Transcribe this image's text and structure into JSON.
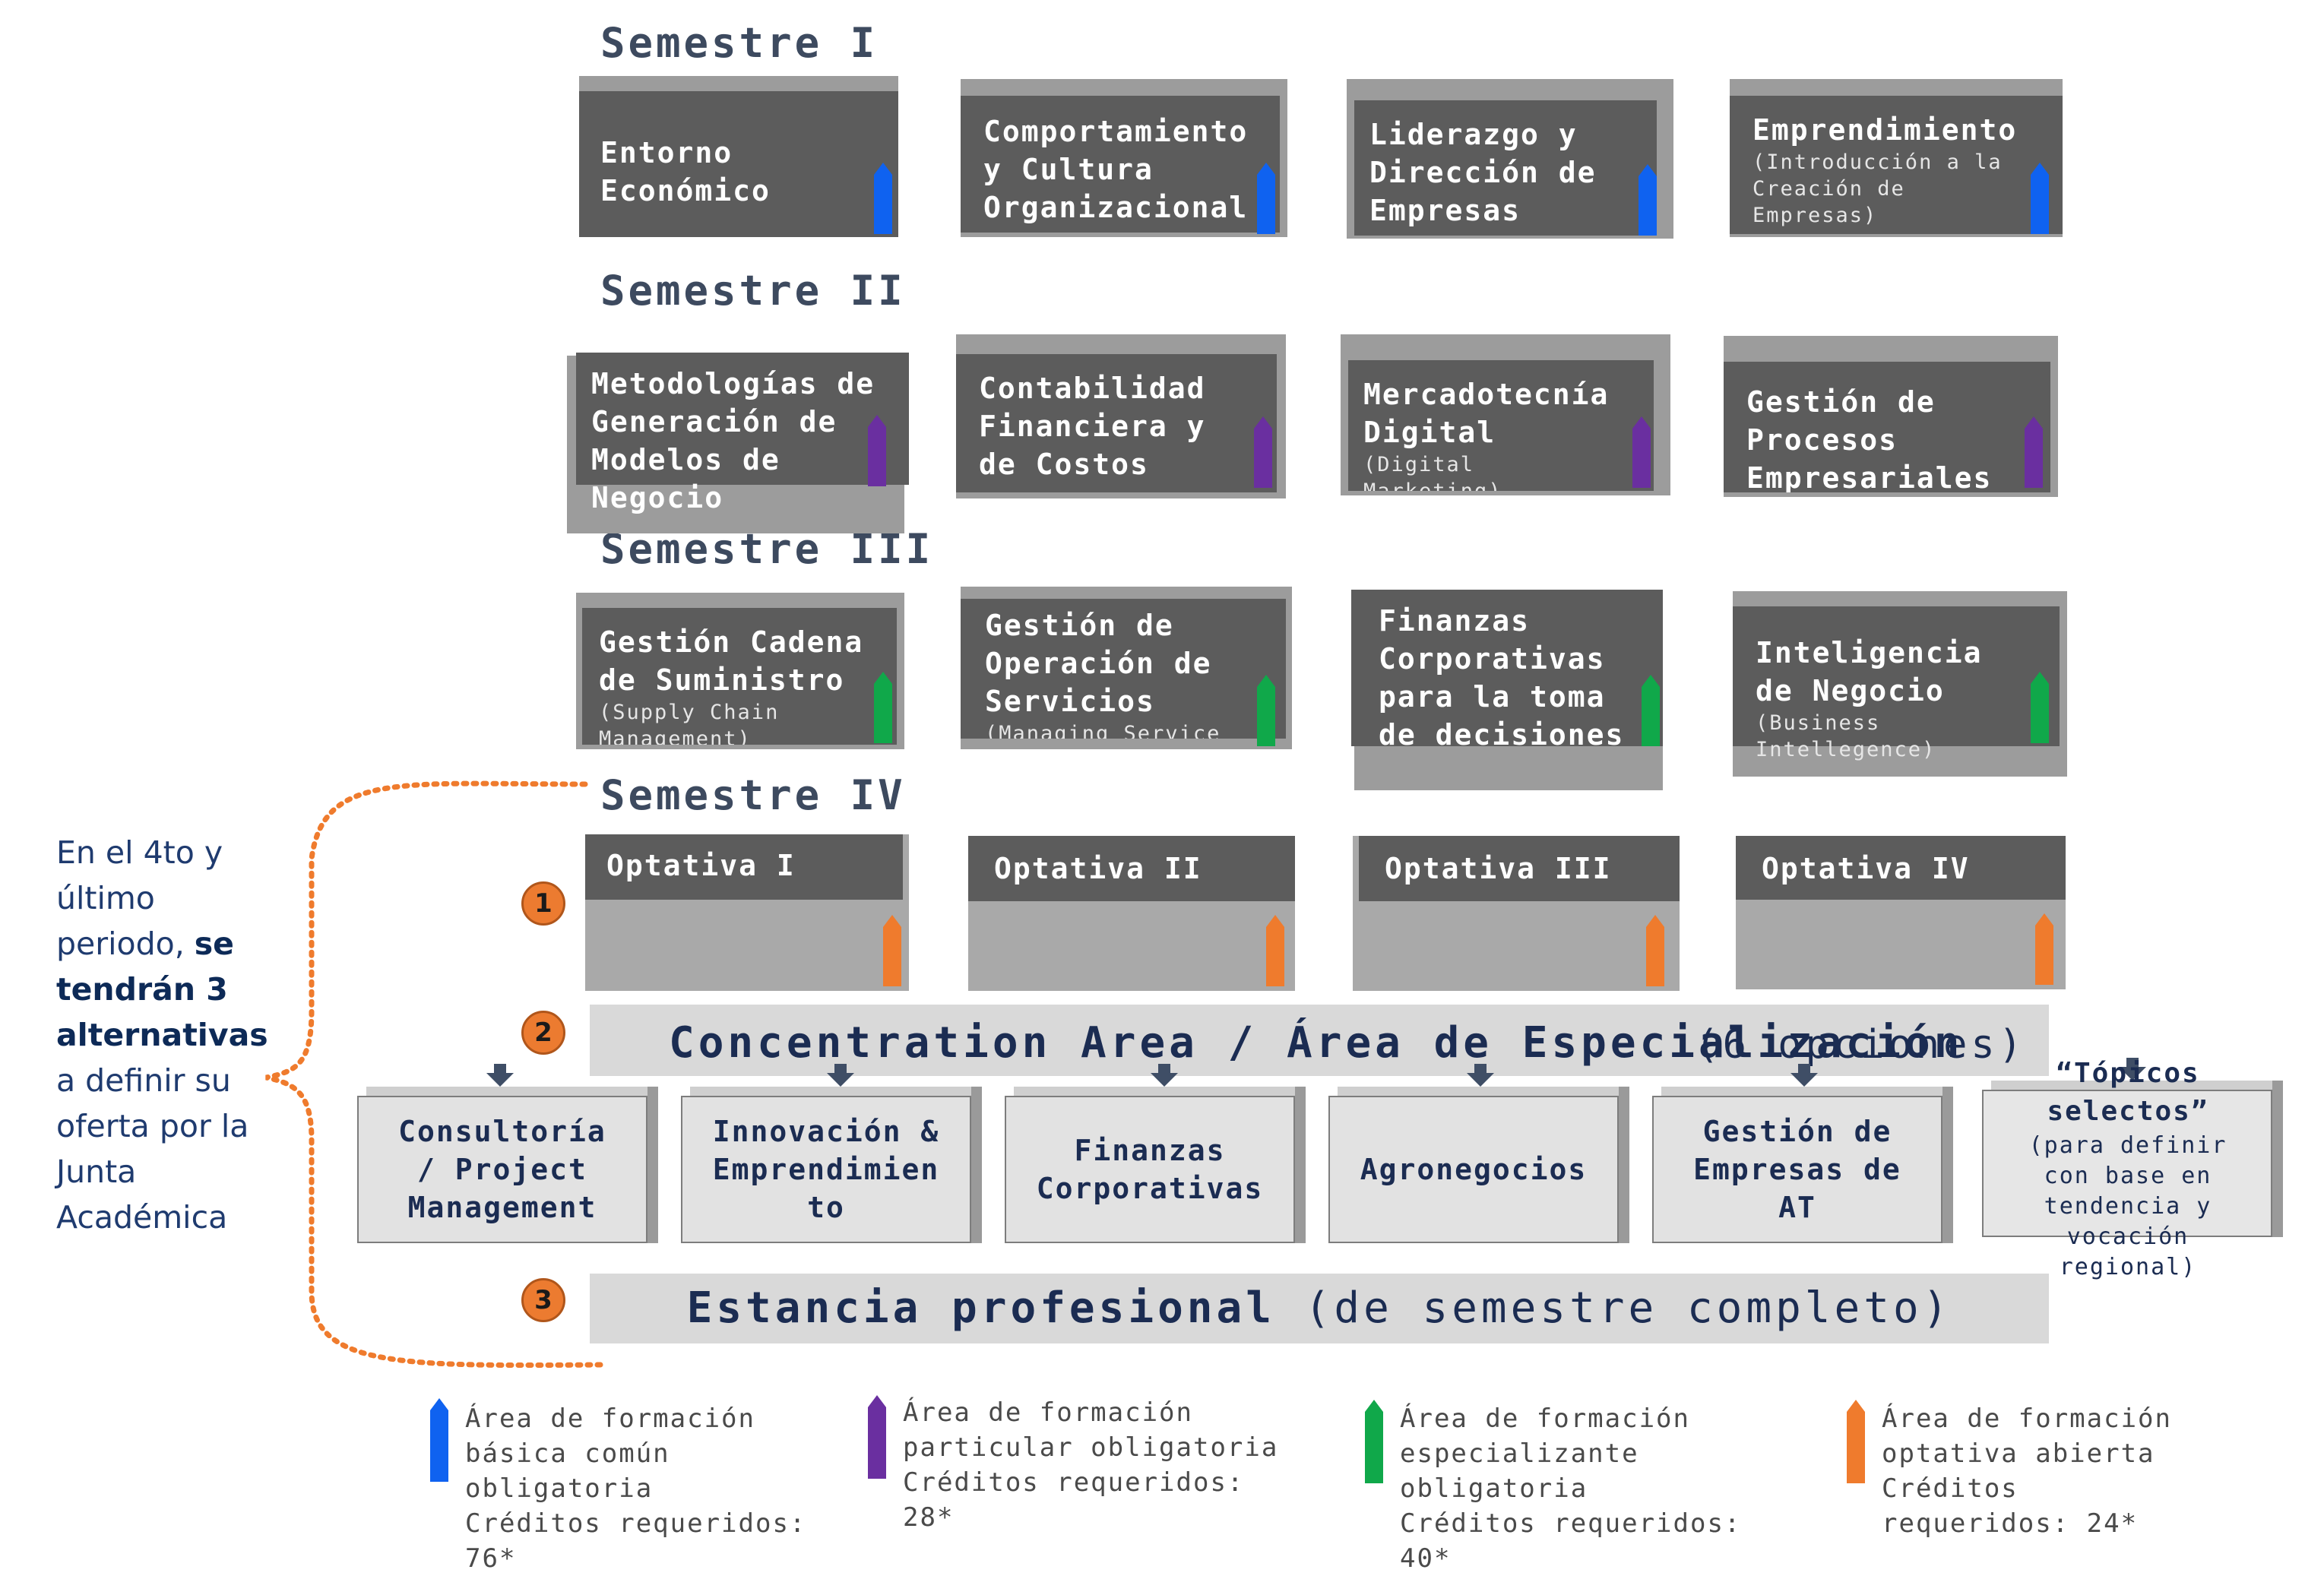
{
  "semesters": [
    {
      "label": "Semestre I",
      "courses": [
        {
          "title": "Entorno\nEconómico",
          "sub": ""
        },
        {
          "title": "Comportamiento\ny Cultura\nOrganizacional",
          "sub": ""
        },
        {
          "title": "Liderazgo y\nDirección de\nEmpresas",
          "sub": ""
        },
        {
          "title": "Emprendimiento",
          "sub": "(Introducción a la\nCreación de\nEmpresas)"
        }
      ]
    },
    {
      "label": "Semestre II",
      "courses": [
        {
          "title": "Metodologías de\nGeneración de\nModelos de\nNegocio",
          "sub": ""
        },
        {
          "title": "Contabilidad\nFinanciera y\nde Costos",
          "sub": ""
        },
        {
          "title": "Mercadotecnía\nDigital",
          "sub": "(Digital\nMarketing)"
        },
        {
          "title": "Gestión de\nProcesos\nEmpresariales",
          "sub": ""
        }
      ]
    },
    {
      "label": "Semestre III",
      "courses": [
        {
          "title": "Gestión Cadena\nde Suministro",
          "sub": "(Supply Chain\nManagement)"
        },
        {
          "title": "Gestión de\nOperación de\nServicios",
          "sub": "(Managing Service\nOperations)"
        },
        {
          "title": "Finanzas\nCorporativas\npara la toma\nde decisiones",
          "sub": ""
        },
        {
          "title": "Inteligencia\nde Negocio",
          "sub": "(Business\nIntellegence)"
        }
      ]
    },
    {
      "label": "Semestre IV",
      "courses": [
        {
          "title": "Optativa I"
        },
        {
          "title": "Optativa II"
        },
        {
          "title": "Optativa III"
        },
        {
          "title": "Optativa IV"
        }
      ]
    }
  ],
  "markers": [
    "1",
    "2",
    "3"
  ],
  "concentration": {
    "title": "Concentration Area /  Área de Especialización",
    "count": "(6 opciones)",
    "options": [
      "Consultoría\n/ Project\nManagement",
      "Innovación &\nEmprendimien\nto",
      "Finanzas\nCorporativas",
      "Agronegocios",
      "Gestión de\nEmpresas de\nAT",
      "“Tópicos\nselectos”"
    ],
    "option_note": "(para definir\ncon base en\ntendencia y\nvocación\nregional)"
  },
  "estancia": {
    "title": "Estancia profesional",
    "detail": "(de semestre completo)"
  },
  "side_note": {
    "plain_1": "En el 4to y último periodo,",
    "bold": "se tendrán 3 alternativas",
    "plain_2": "a definir su oferta por la Junta Académica"
  },
  "legend": [
    {
      "text": "Área de formación\nbásica común\nobligatoria\nCréditos requeridos:\n76*",
      "color": "#0f62f0"
    },
    {
      "text": "Área de formación\nparticular obligatoria\nCréditos requeridos:\n28*",
      "color": "#6a2fa0"
    },
    {
      "text": "Área de formación\nespecializante\nobligatoria\nCréditos requeridos:\n40*",
      "color": "#10a84a"
    },
    {
      "text": "Área de formación\noptativa abierta\nCréditos\nrequeridos: 24*",
      "color": "#ef7b2d"
    }
  ],
  "colors": {
    "basica": "#0f62f0",
    "particular": "#6a2fa0",
    "especializante": "#10a84a",
    "optativa": "#ef7b2d",
    "marker": "#ec7b30",
    "text_dark": "#1b2c52"
  }
}
